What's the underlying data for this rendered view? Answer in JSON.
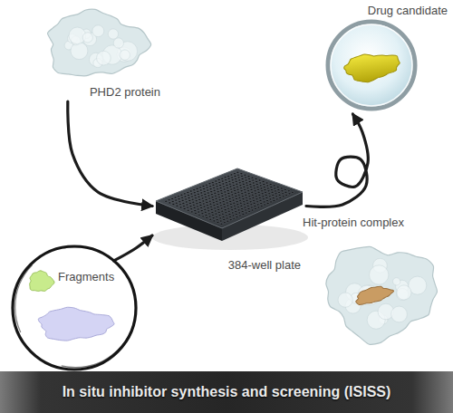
{
  "diagram": {
    "nodes": [
      {
        "text": [
          "PHD2 protein"
        ]
      },
      {
        "text": [
          "Fragments"
        ]
      },
      {
        "text": [
          "384-well plate"
        ]
      },
      {
        "text": [
          "Drug candidate"
        ]
      },
      {
        "text": [
          "Hit-protein complex"
        ]
      },
      {
        "text": [
          "In situ inhibitor synthesis and screening (ISISS)"
        ]
      }
    ],
    "edges": [
      {
        "from": 0,
        "to": 2,
        "arrow": "to"
      },
      {
        "from": 1,
        "to": 2,
        "arrow": "to"
      },
      {
        "from": 2,
        "to": 3,
        "arrow": "to"
      }
    ]
  }
}
